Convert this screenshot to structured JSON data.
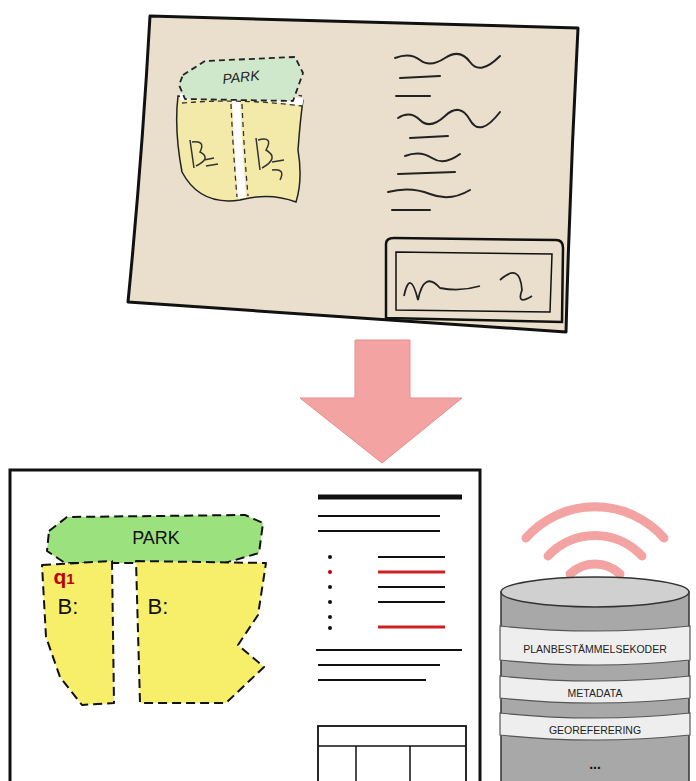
{
  "diagram": {
    "nodes": [
      {
        "text": [
          "PARK"
        ]
      },
      {
        "text": [
          "PARK"
        ]
      },
      {
        "text": [
          "q1",
          "B:"
        ]
      },
      {
        "text": [
          "B:"
        ]
      },
      {
        "text": [
          "..."
        ]
      },
      {
        "text": [
          "PLANBESTÄMMELSEKODER"
        ],
        "in": 4
      },
      {
        "text": [
          "METADATA"
        ],
        "in": 4
      },
      {
        "text": [
          "GEOREFERERING"
        ],
        "in": 4
      }
    ]
  }
}
